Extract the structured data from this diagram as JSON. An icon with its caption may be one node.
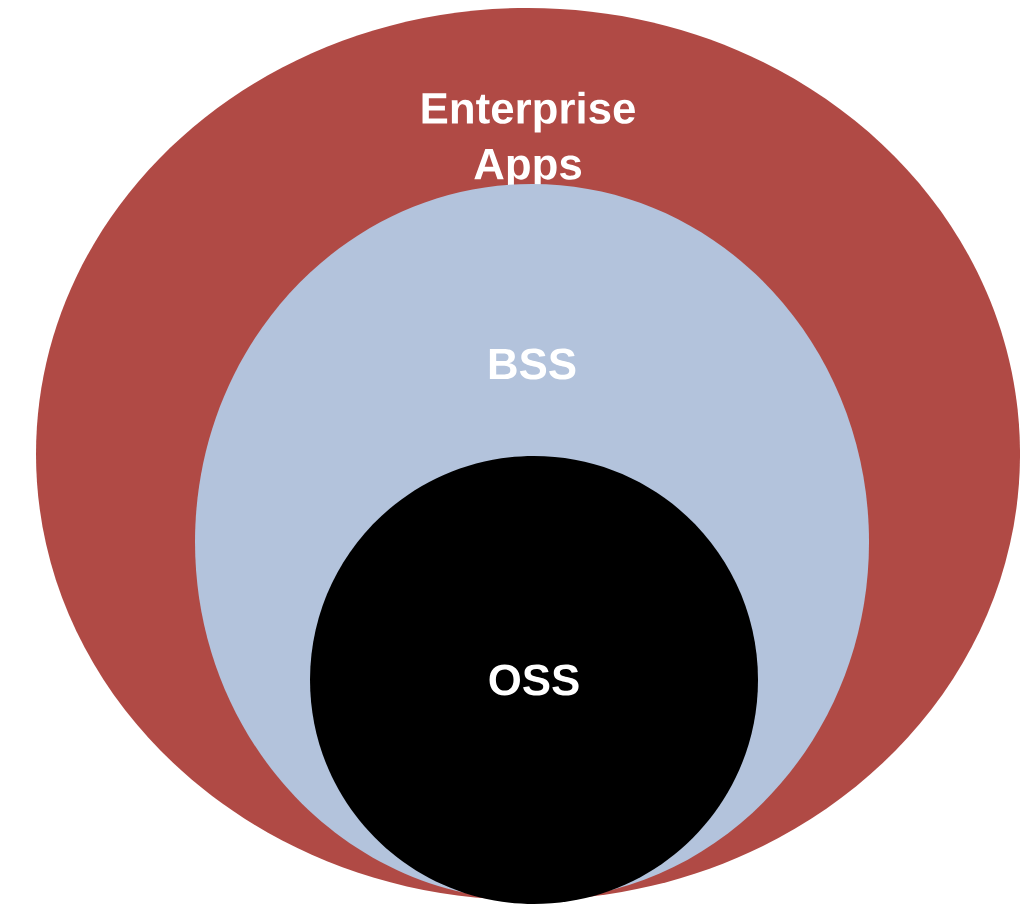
{
  "diagram": {
    "nodes": [
      {
        "text": [
          "Enterprise Apps"
        ]
      },
      {
        "text": [
          "BSS"
        ],
        "in": 0
      },
      {
        "text": [
          "OSS"
        ],
        "in": 1
      }
    ]
  }
}
